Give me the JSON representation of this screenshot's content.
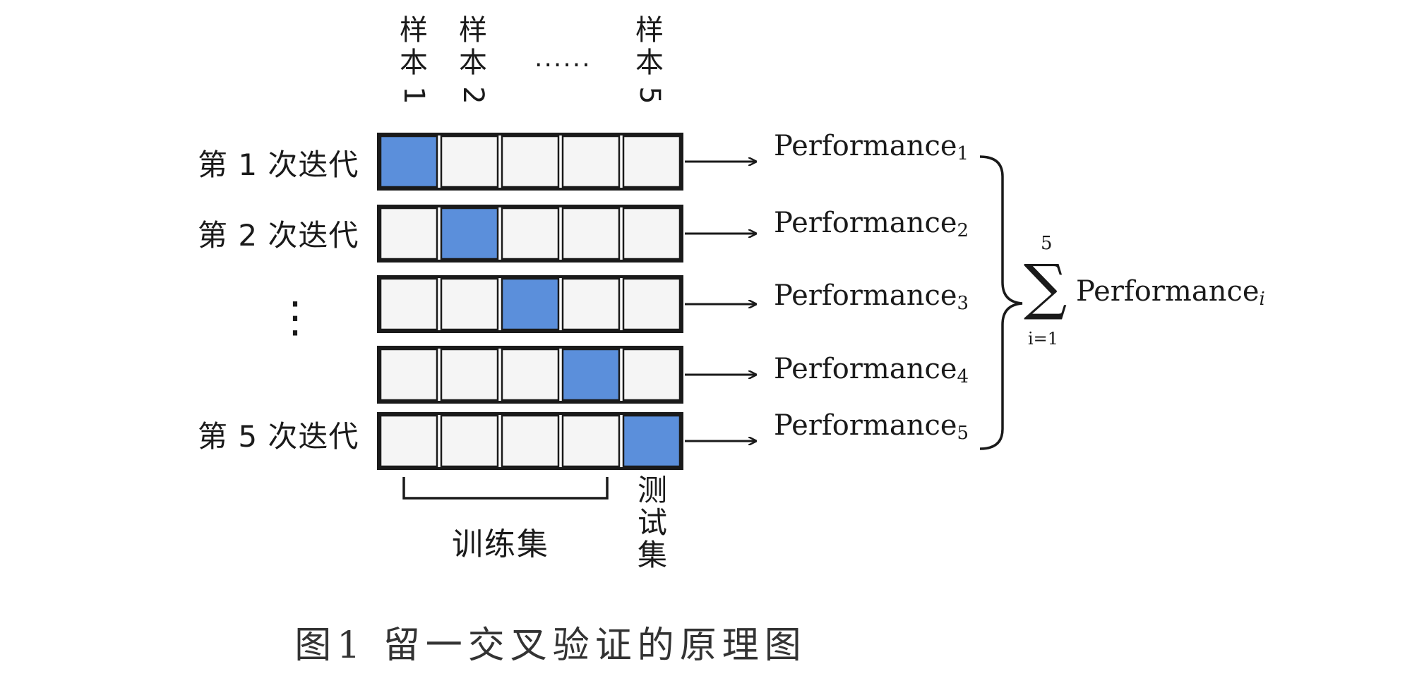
{
  "samples": [
    {
      "chars": [
        "样",
        "本"
      ],
      "num": "1"
    },
    {
      "chars": [
        "样",
        "本"
      ],
      "num": "2"
    },
    {
      "chars": [
        "样",
        "本"
      ],
      "num": "5"
    }
  ],
  "samples_ellipsis": "......",
  "iterations": [
    {
      "label": "第 1 次迭代",
      "test_index": 0
    },
    {
      "label": "第 2 次迭代",
      "test_index": 1
    },
    {
      "label": "",
      "test_index": 2
    },
    {
      "label": "",
      "test_index": 3
    },
    {
      "label": "第 5 次迭代",
      "test_index": 4
    }
  ],
  "iterations_ellipsis": "⋮",
  "cells_per_row": 5,
  "performance": {
    "base": "Performance",
    "subscripts": [
      "1",
      "2",
      "3",
      "4",
      "5"
    ]
  },
  "sum": {
    "upper": "5",
    "symbol": "∑",
    "lower": "i=1",
    "term_base": "Performance",
    "term_sub": "i"
  },
  "train_label": "训练集",
  "test_label": [
    "测",
    "试",
    "集"
  ],
  "caption": "图1 留一交叉验证的原理图",
  "colors": {
    "test_cell": "#5B8FDB",
    "train_cell": "#F5F5F5",
    "stroke": "#1a1a1a"
  }
}
